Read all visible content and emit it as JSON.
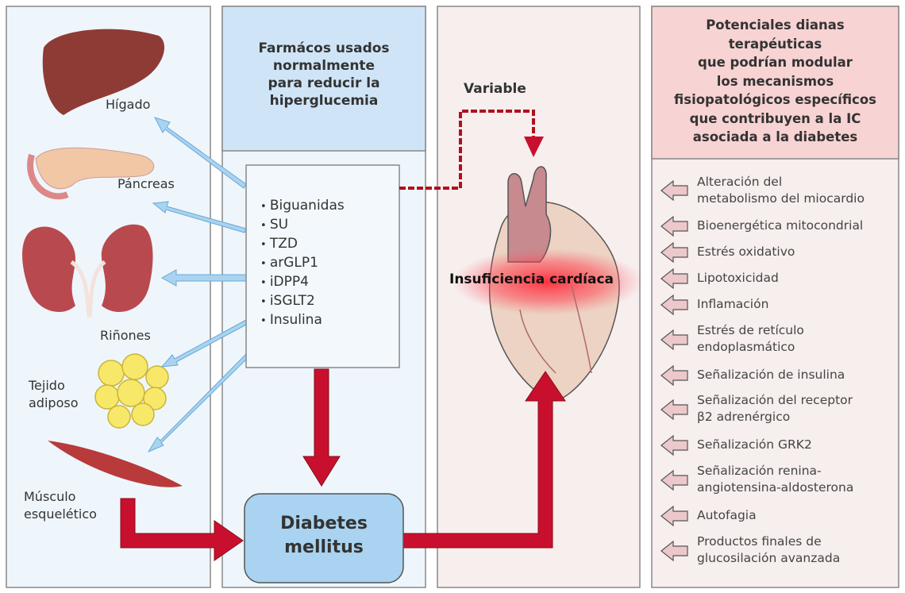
{
  "organs": {
    "liver": "Hígado",
    "pancreas": "Páncreas",
    "kidneys": "Riñones",
    "adipose_line1": "Tejido",
    "adipose_line2": "adiposo",
    "muscle_line1": "Músculo",
    "muscle_line2": "esquelético"
  },
  "drugs": {
    "header": [
      "Farmácos usados",
      "normalmente",
      "para reducir la",
      "hiperglucemia"
    ],
    "items": [
      "Biguanidas",
      "SU",
      "TZD",
      "arGLP1",
      "iDPP4",
      "iSGLT2",
      "Insulina"
    ]
  },
  "center": {
    "variable_label": "Variable",
    "heart_failure_label": "Insuficiencia cardíaca",
    "diabetes_line1": "Diabetes",
    "diabetes_line2": "mellitus"
  },
  "targets": {
    "header": [
      "Potenciales dianas",
      "terapéuticas",
      "que podrían modular",
      "los mecanismos",
      "fisiopatológicos específicos",
      "que contribuyen a la IC",
      "asociada a la diabetes"
    ],
    "items": [
      [
        "Alteración del",
        "metabolismo del miocardio"
      ],
      [
        "Bioenergética mitocondrial"
      ],
      [
        "Estrés oxidativo"
      ],
      [
        "Lipotoxicidad"
      ],
      [
        "Inflamación"
      ],
      [
        "Estrés de retículo",
        "endoplasmático"
      ],
      [
        "Señalización de insulina"
      ],
      [
        "Señalización del receptor",
        "β2 adrenérgico"
      ],
      [
        "Señalización GRK2"
      ],
      [
        "Señalización renina-",
        "angiotensina-aldosterona"
      ],
      [
        "Autofagia"
      ],
      [
        "Productos finales de",
        "glucosilación avanzada"
      ]
    ]
  },
  "colors": {
    "red_arrow": "#c8102e",
    "blue_arrow": "#a9d3f0",
    "blue_header": "#cfe5f7",
    "pink_header": "#f8d3d3",
    "panel_pink": "#f7eeee"
  }
}
